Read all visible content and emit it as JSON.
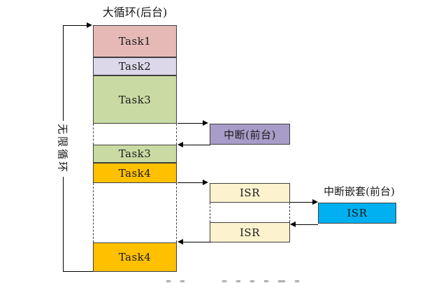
{
  "title": "大循环(后台)",
  "left_loop": {
    "label": "无限循环"
  },
  "background_tasks": {
    "task1": "Task1",
    "task2": "Task2",
    "task3_first": "Task3",
    "task3_second": "Task3",
    "task4_first": "Task4",
    "task4_second": "Task4"
  },
  "foreground": {
    "interrupt_label": "中断(前台)",
    "isr_first": "ISR",
    "isr_second": "ISR",
    "nested_title": "中断嵌套(前台)",
    "nested_isr": "ISR"
  },
  "colors": {
    "task1_fill": "#e6b9b7",
    "task2_fill": "#dcd7e9",
    "task3_fill": "#c9dba2",
    "task4_fill": "#ffc000",
    "interrupt_fill": "#a89cc8",
    "isr_fill": "#fcf2cd",
    "nested_isr_fill": "#00b0f0",
    "box_border": "#3f3f3f",
    "line": "#000000"
  }
}
